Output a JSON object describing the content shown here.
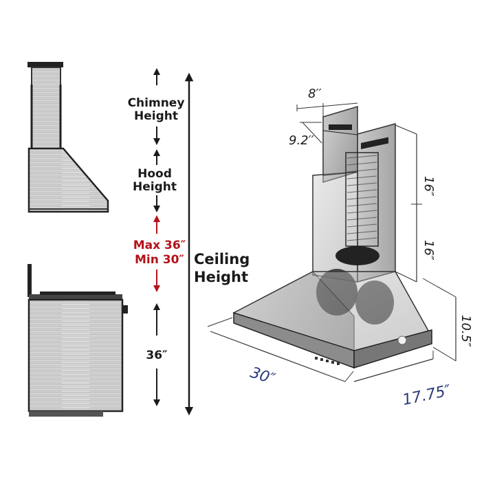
{
  "side_view": {
    "chimney_label_line1": "Chimney",
    "chimney_label_line2": "Height",
    "hood_label_line1": "Hood",
    "hood_label_line2": "Height",
    "max_label": "Max 36″",
    "min_label": "Min 30″",
    "counter_label": "36″",
    "ceiling_label_line1": "Ceiling",
    "ceiling_label_line2": "Height"
  },
  "iso_view": {
    "chimney_width": "8′′",
    "chimney_depth": "9.2′′",
    "upper_chimney": "16″",
    "lower_chimney": "16″",
    "hood_height": "10.5″",
    "hood_width": "30″",
    "hood_depth": "17.75″"
  },
  "colors": {
    "ink": "#1a1a1a",
    "red": "#b3121a",
    "blue": "#2a3b7a",
    "steel_light": "#d9d9d9",
    "steel_dark": "#7a7a7a"
  }
}
